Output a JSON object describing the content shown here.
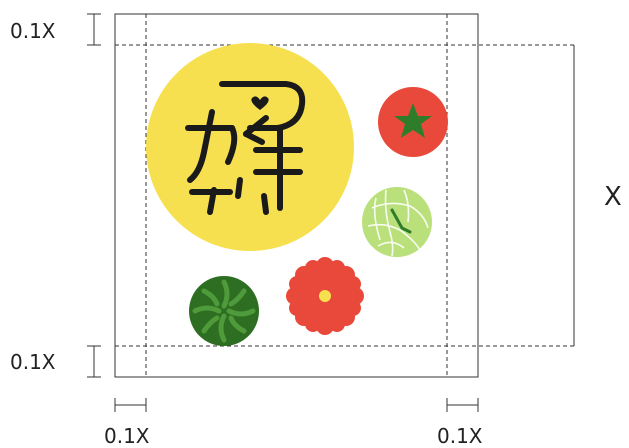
{
  "labels": {
    "top_margin": "0.1X",
    "bottom_margin": "0.1X",
    "left_margin": "0.1X",
    "right_margin": "0.1X",
    "size": "X"
  },
  "colors": {
    "line": "#333333",
    "sun": "#f7e04f",
    "tomato": "#e9493a",
    "tomato_star": "#2f7d2a",
    "melon": "#b9e07a",
    "melon_lines": "#ffffff",
    "watermelon_dark": "#2e6e22",
    "watermelon_light": "#4f9a3a",
    "flower": "#e9493a",
    "flower_center": "#f7e04f",
    "logo_stroke": "#1a1a1a"
  },
  "icons": [
    "sun-circle",
    "logo-glyph",
    "tomato-icon",
    "melon-icon",
    "watermelon-icon",
    "flower-icon"
  ]
}
